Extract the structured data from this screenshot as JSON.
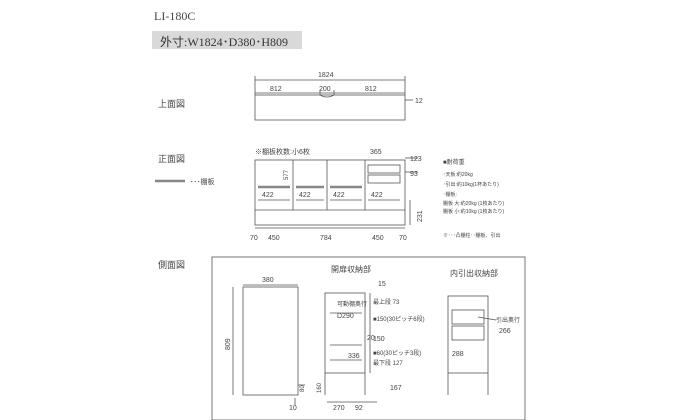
{
  "model": "LI-180C",
  "outer_dims": "外寸:W1824･D380･H809",
  "views": {
    "top": "上面図",
    "front": "正面図",
    "side": "側面図"
  },
  "legend": {
    "shelf": "･･･棚板"
  },
  "shelf_note": "※棚板枚数:小6枚",
  "load_title": "■耐荷重",
  "load_lines": [
    "･天板:約20kg",
    "･引出:約10kg(1杯あたり)",
    "･棚板:",
    "棚板 大:約20kg (1枚あたり)",
    "棚板 小:約10kg (1枚あたり)"
  ],
  "hardware_note": "※･･･凸棚柱･･棚板、引出",
  "top_view": {
    "overall": "1824",
    "left": "812",
    "center": "200",
    "right": "812",
    "depth": "12"
  },
  "front_view": {
    "inner_height": "577",
    "drawer_w": "365",
    "top_h": "123",
    "drawer_h": "93",
    "shelf_w": [
      "422",
      "422",
      "422",
      "422"
    ],
    "base_h": "231",
    "bottom": [
      "70",
      "450",
      "784",
      "450",
      "70"
    ]
  },
  "side_view": {
    "depth": "380",
    "height": "809",
    "base_h": "80",
    "offset": "10",
    "door_section": {
      "title": "開扉収納部",
      "top": "15",
      "depth_label": "可動棚奥行",
      "depth_val": "D290",
      "upper_label": "最上段 73",
      "pitch1": "■150(30ピッチ6段)",
      "mid": "20",
      "gap": "150",
      "width": "336",
      "pitch2": "■60(30ピッチ3段)",
      "lower_label": "最下段 127",
      "base_h": "160",
      "bottom_a": "270",
      "bottom_b": "92",
      "right_h": "167"
    },
    "drawer_section": {
      "title": "内引出収納部",
      "depth_label": "引出奥行",
      "depth_val": "266",
      "height": "288"
    }
  }
}
